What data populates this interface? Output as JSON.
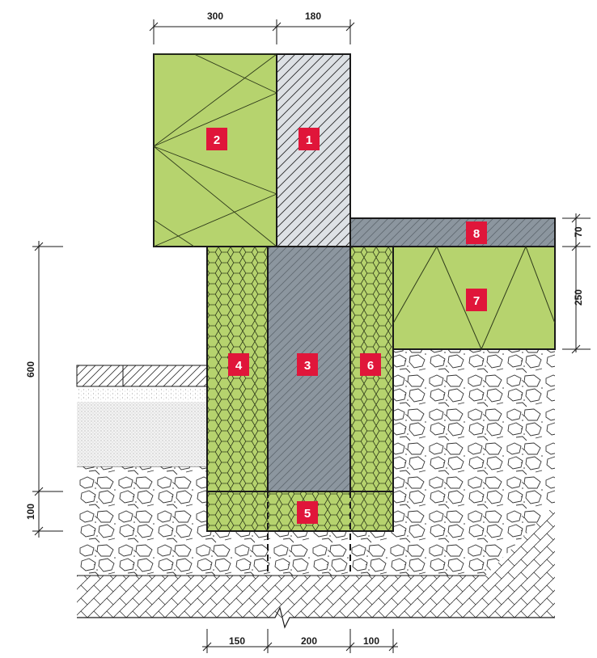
{
  "dimensions": {
    "top_left": "300",
    "top_right": "180",
    "right_upper": "70",
    "right_lower": "250",
    "left_upper": "600",
    "left_lower": "100",
    "bottom_left": "150",
    "bottom_mid": "200",
    "bottom_right": "100"
  },
  "tags": {
    "t1": "1",
    "t2": "2",
    "t3": "3",
    "t4": "4",
    "t5": "5",
    "t6": "6",
    "t7": "7",
    "t8": "8"
  },
  "colors": {
    "insulation_green": "#b6d36e",
    "concrete_gray": "#8c969f",
    "light_gray": "#dde1e5",
    "tag_red": "#e0163a",
    "gravel_bg": "#ffffff",
    "sand_dots": "#e3e3e3",
    "line": "#1a1a1a"
  }
}
